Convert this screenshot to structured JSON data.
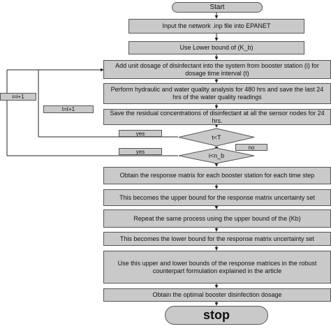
{
  "flowchart": {
    "start": "Start",
    "step_input": "Input the network .inp file into EPANET",
    "step_lower_bound": "Use Lower bound of (K_b)",
    "step_add_dosage": "Add unit dosage of disinfectant into the system from booster station (i) for dosage time interval (t)",
    "step_analysis": "Perform hydraulic and water quality analysis for 480 hrs and save the last 24 hrs of the water quality readings",
    "step_save": "Save  the residual concentrations of disinfectant at all the sensor nodes for 24 hrs.",
    "decision_t": "t<T",
    "decision_i": "i<n_b",
    "step_response_matrix": "Obtain the response matrix for each booster station for each time step",
    "step_upper_bound_set": "This becomes the upper bound for the response matrix uncertainty set",
    "step_repeat": "Repeat the same process using the upper bound of the (Kb)",
    "step_lower_bound_set": "This becomes the lower bound for the response matrix uncertainty set",
    "step_robust": "Use this upper and lower bounds of the response matrices in the robust counterpart formulation explained in the article",
    "step_optimal": "Obtain the optimal booster disinfection dosage",
    "stop": "stop",
    "label_i_increment": "i=i+1",
    "label_t_increment": "t=t+1",
    "label_yes_t": "yes",
    "label_no_t": "no",
    "label_yes_i": "yes"
  }
}
